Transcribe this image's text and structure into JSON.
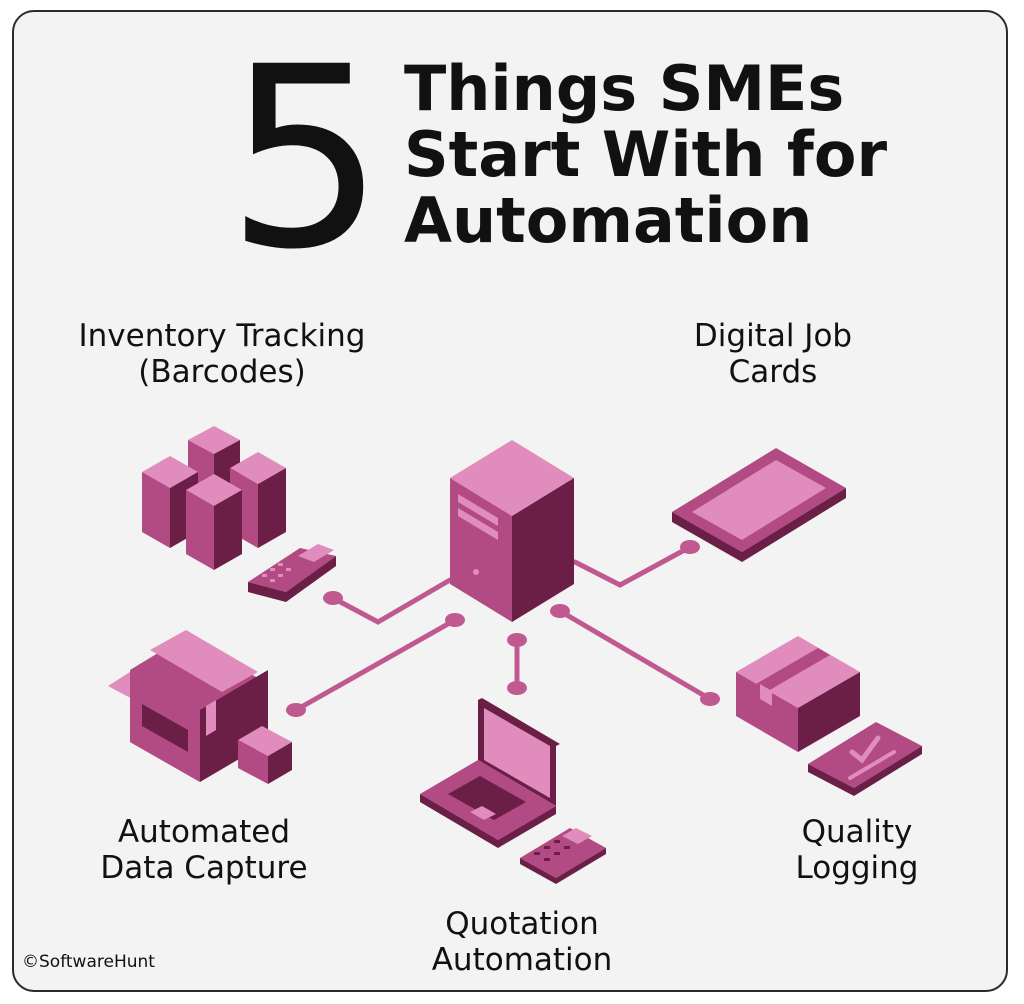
{
  "title": {
    "number": "5",
    "lines": [
      "Things SMEs",
      "Start With for",
      "Automation"
    ]
  },
  "items": [
    {
      "label_lines": [
        "Inventory Tracking",
        "(Barcodes)"
      ],
      "icon": "boxes-barcode-scanner-icon"
    },
    {
      "label_lines": [
        "Digital Job",
        "Cards"
      ],
      "icon": "tablet-icon"
    },
    {
      "label_lines": [
        "Automated",
        "Data Capture"
      ],
      "icon": "machine-icon"
    },
    {
      "label_lines": [
        "Quotation",
        "Automation"
      ],
      "icon": "laptop-calculator-icon"
    },
    {
      "label_lines": [
        "Quality",
        "Logging"
      ],
      "icon": "package-checklist-icon"
    }
  ],
  "center": {
    "icon": "server-icon"
  },
  "copyright": "©SoftwareHunt",
  "colors": {
    "light": "#e08cbd",
    "mid": "#b24a83",
    "dark": "#6b1f47",
    "line": "#c0598f",
    "card_bg": "#f3f3f3"
  }
}
